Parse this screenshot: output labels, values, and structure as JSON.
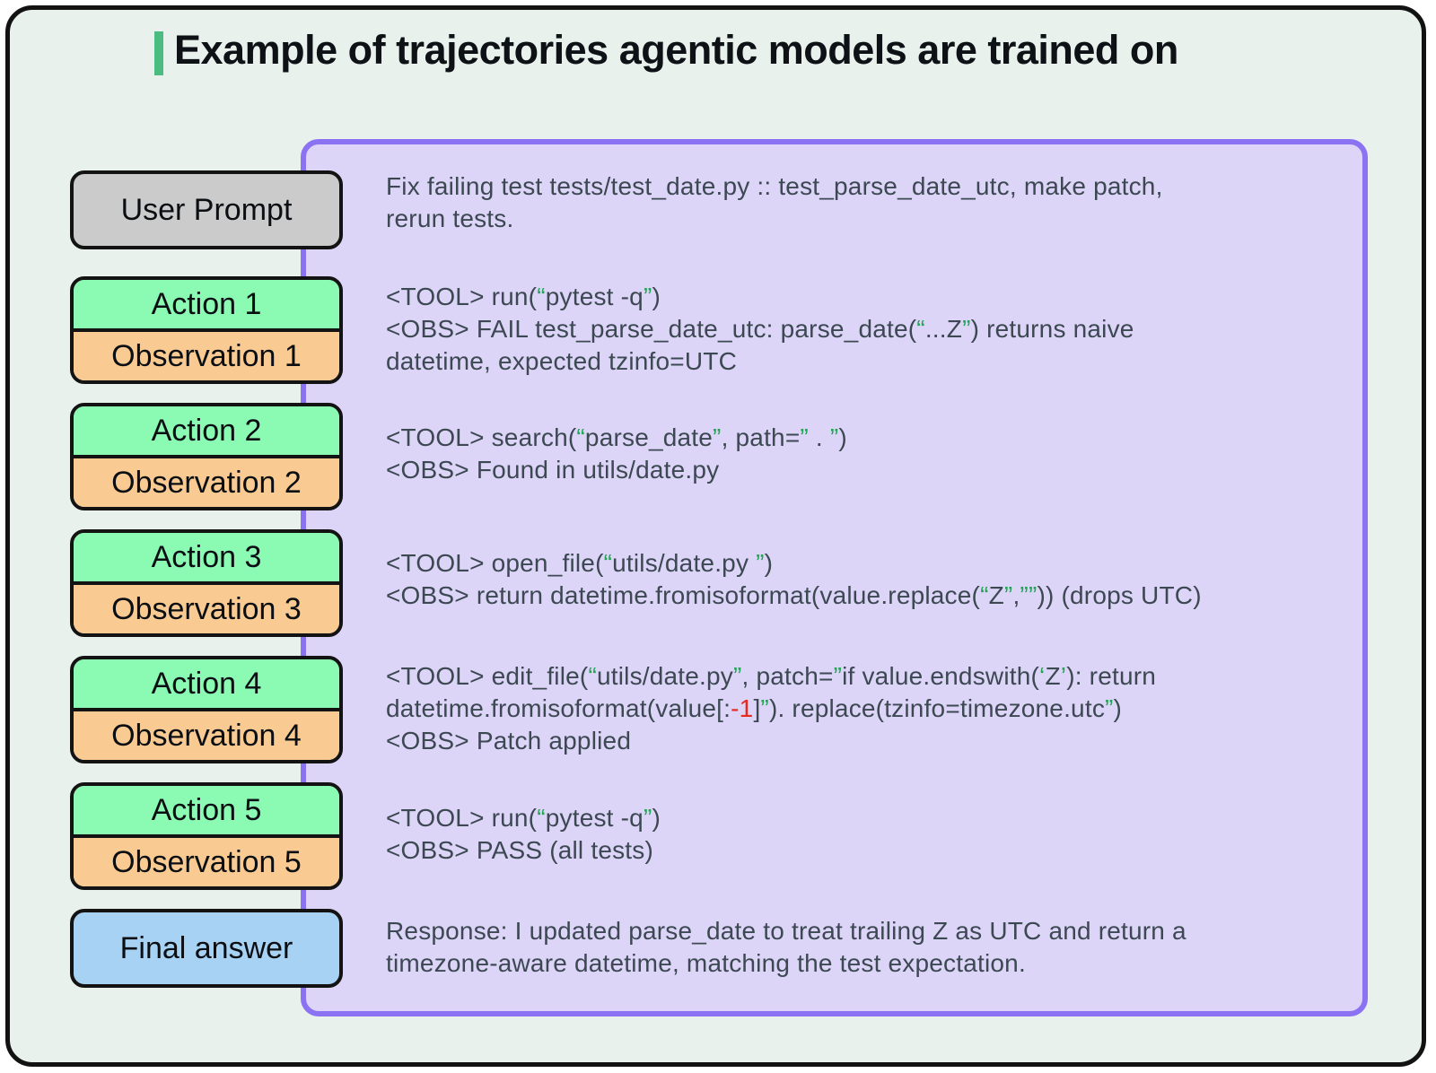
{
  "title": {
    "text": "Example of trajectories agentic models are trained on"
  },
  "colors": {
    "g": "#21a453",
    "r": "#e8291c"
  },
  "flow": {
    "user_prompt_label": "User Prompt",
    "final_label": "Final answer",
    "steps": [
      {
        "action": "Action 1",
        "observation": "Observation 1"
      },
      {
        "action": "Action 2",
        "observation": "Observation 2"
      },
      {
        "action": "Action 3",
        "observation": "Observation 3"
      },
      {
        "action": "Action 4",
        "observation": "Observation 4"
      },
      {
        "action": "Action 5",
        "observation": "Observation 5"
      }
    ]
  },
  "transcript": [
    {
      "name": "user-prompt",
      "lines": [
        [
          {
            "t": "Fix failing test tests/test_date.py :: test_parse_date_utc, make patch,"
          }
        ],
        [
          {
            "t": "rerun tests."
          }
        ]
      ]
    },
    {
      "name": "step-1",
      "lines": [
        [
          {
            "t": "<TOOL> run("
          },
          {
            "t": "“",
            "c": "g"
          },
          {
            "t": "pytest -q"
          },
          {
            "t": "”",
            "c": "g"
          },
          {
            "t": ")"
          }
        ],
        [
          {
            "t": "<OBS> FAIL test_parse_date_utc: parse_date("
          },
          {
            "t": "“",
            "c": "g"
          },
          {
            "t": "...Z"
          },
          {
            "t": "”",
            "c": "g"
          },
          {
            "t": ") returns naive"
          }
        ],
        [
          {
            "t": "datetime, expected tzinfo=UTC"
          }
        ]
      ]
    },
    {
      "name": "step-2",
      "lines": [
        [
          {
            "t": "<TOOL> search("
          },
          {
            "t": "“",
            "c": "g"
          },
          {
            "t": "parse_date"
          },
          {
            "t": "”",
            "c": "g"
          },
          {
            "t": ", path="
          },
          {
            "t": "”",
            "c": "g"
          },
          {
            "t": " . "
          },
          {
            "t": "”",
            "c": "g"
          },
          {
            "t": ")"
          }
        ],
        [
          {
            "t": "<OBS> Found in utils/date.py"
          }
        ]
      ]
    },
    {
      "name": "step-3",
      "lines": [
        [
          {
            "t": "<TOOL> open_file("
          },
          {
            "t": "“",
            "c": "g"
          },
          {
            "t": "utils/date.py "
          },
          {
            "t": "”",
            "c": "g"
          },
          {
            "t": ")"
          }
        ],
        [
          {
            "t": "<OBS> return datetime.fromisoformat(value.replace("
          },
          {
            "t": "“",
            "c": "g"
          },
          {
            "t": "Z"
          },
          {
            "t": "”",
            "c": "g"
          },
          {
            "t": ","
          },
          {
            "t": "””",
            "c": "g"
          },
          {
            "t": ")) (drops UTC)"
          }
        ]
      ]
    },
    {
      "name": "step-4",
      "lines": [
        [
          {
            "t": "<TOOL> edit_file("
          },
          {
            "t": "“",
            "c": "g"
          },
          {
            "t": "utils/date.py"
          },
          {
            "t": "”",
            "c": "g"
          },
          {
            "t": ", patch="
          },
          {
            "t": "”",
            "c": "g"
          },
          {
            "t": "if value.endswith("
          },
          {
            "t": "‘",
            "c": "g"
          },
          {
            "t": "Z"
          },
          {
            "t": "’",
            "c": "g"
          },
          {
            "t": "): return"
          }
        ],
        [
          {
            "t": "datetime.fromisoformat(value[:"
          },
          {
            "t": "-1",
            "c": "r"
          },
          {
            "t": "]"
          },
          {
            "t": "”",
            "c": "g"
          },
          {
            "t": "). replace(tzinfo=timezone.utc"
          },
          {
            "t": "”",
            "c": "g"
          },
          {
            "t": ")"
          }
        ],
        [
          {
            "t": "<OBS> Patch applied"
          }
        ]
      ]
    },
    {
      "name": "step-5",
      "lines": [
        [
          {
            "t": "<TOOL> run("
          },
          {
            "t": "“",
            "c": "g"
          },
          {
            "t": "pytest -q"
          },
          {
            "t": "”",
            "c": "g"
          },
          {
            "t": ")"
          }
        ],
        [
          {
            "t": "<OBS> PASS (all tests)"
          }
        ]
      ]
    },
    {
      "name": "final-answer",
      "lines": [
        [
          {
            "t": "Response: I updated parse_date to treat trailing Z as UTC and return a"
          }
        ],
        [
          {
            "t": "timezone-aware datetime, matching the test expectation."
          }
        ]
      ]
    }
  ]
}
